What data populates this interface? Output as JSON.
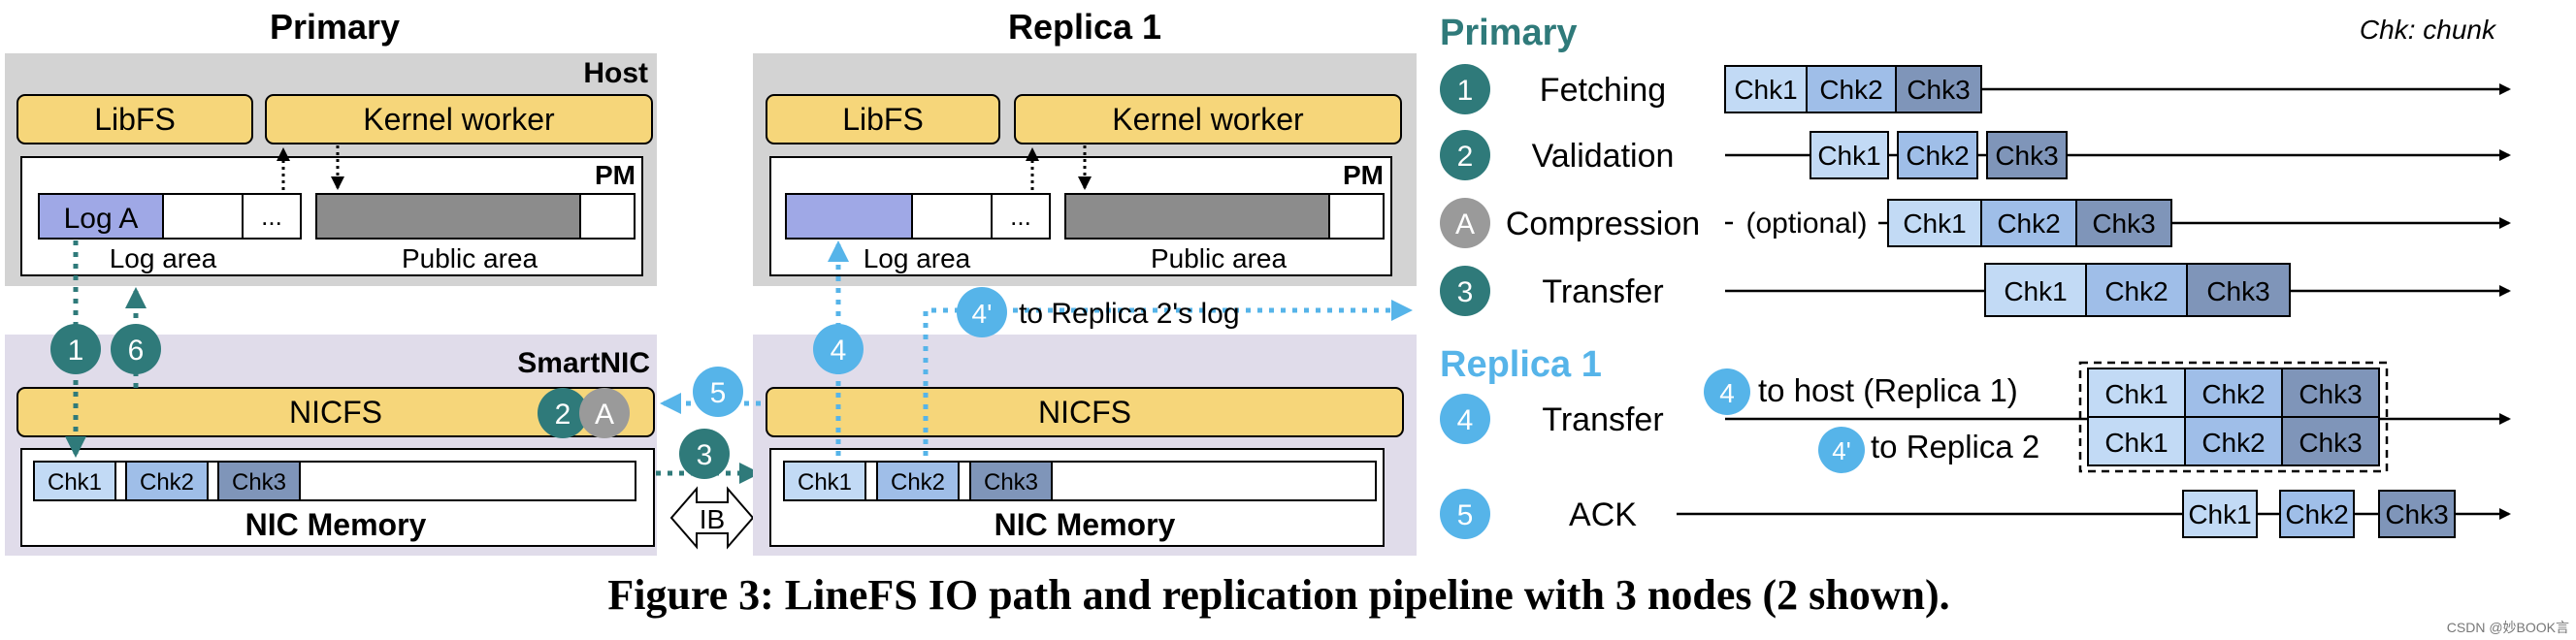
{
  "figure": {
    "caption": "Figure 3: LineFS IO path and replication pipeline with 3 nodes (2 shown).",
    "watermark": "CSDN @妙BOOK言"
  },
  "primary_node": {
    "title": "Primary",
    "host_label": "Host",
    "libfs": "LibFS",
    "kernel_worker": "Kernel worker",
    "pm_label": "PM",
    "log_a": "Log A",
    "ellipsis": "...",
    "log_area": "Log area",
    "public_area": "Public area",
    "smartnic_label": "SmartNIC",
    "nicfs": "NICFS",
    "nic_memory": "NIC Memory",
    "chunks": [
      "Chk1",
      "Chk2",
      "Chk3"
    ]
  },
  "replica_node": {
    "title": "Replica 1",
    "libfs": "LibFS",
    "kernel_worker": "Kernel worker",
    "pm_label": "PM",
    "ellipsis": "...",
    "log_area": "Log area",
    "public_area": "Public area",
    "nicfs": "NICFS",
    "nic_memory": "NIC Memory",
    "chunks": [
      "Chk1",
      "Chk2",
      "Chk3"
    ],
    "to_replica2_log": "to Replica 2's log"
  },
  "flow_badges": {
    "b1": "1",
    "b6": "6",
    "b2": "2",
    "bA": "A",
    "b3": "3",
    "b4": "4",
    "b5": "5",
    "b4p": "4'"
  },
  "ib_label": "IB",
  "pipeline": {
    "primary_title": "Primary",
    "replica_title": "Replica 1",
    "legend": "Chk: chunk",
    "stages": [
      {
        "badge": "1",
        "label": "Fetching"
      },
      {
        "badge": "2",
        "label": "Validation"
      },
      {
        "badge": "A",
        "label": "Compression",
        "note": "(optional)"
      },
      {
        "badge": "3",
        "label": "Transfer"
      },
      {
        "badge": "4",
        "label": "Transfer",
        "sub_top_badge": "4",
        "sub_top": "to host (Replica 1)",
        "sub_bottom_badge": "4'",
        "sub_bottom": "to Replica 2"
      },
      {
        "badge": "5",
        "label": "ACK"
      }
    ],
    "chunks": [
      "Chk1",
      "Chk2",
      "Chk3"
    ]
  },
  "colors": {
    "teal": "#2f7a7a",
    "light_blue_badge": "#56b4e9",
    "gray_badge": "#9a9a9a",
    "host_bg": "#d3d3d3",
    "nic_bg": "#e0dcea",
    "yellow": "#f6d67a",
    "log_a": "#9fa8e6",
    "chk1": "#c2daf5",
    "chk2": "#9fbee8",
    "chk3": "#7f95b9",
    "public": "#8c8c8c"
  }
}
